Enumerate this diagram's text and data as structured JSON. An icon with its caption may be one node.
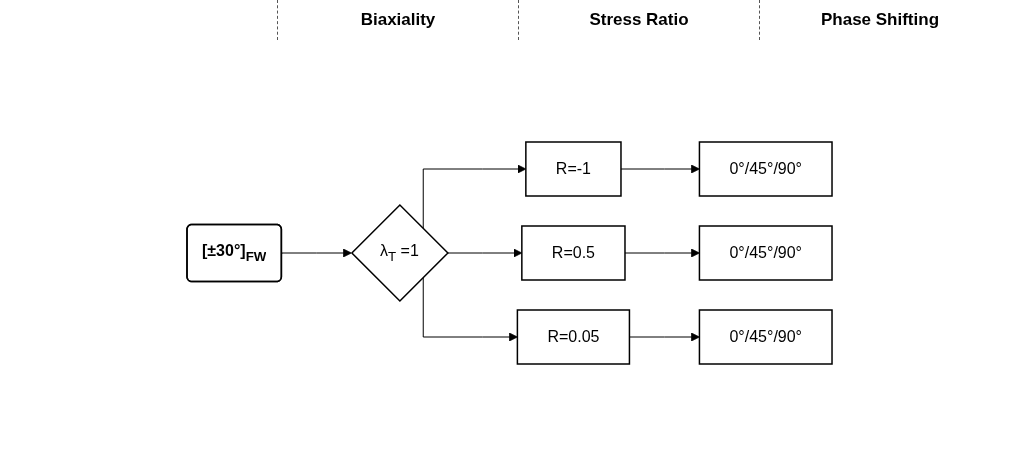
{
  "diagram": {
    "nodes": [
      {
        "text": [
          "[±30°]$_{FW}$"
        ]
      },
      {
        "text": [
          "λ$_{T}$ =1"
        ]
      },
      {
        "text": [
          "R=-1"
        ]
      },
      {
        "text": [
          "R=0.5"
        ]
      },
      {
        "text": [
          "R=0.05"
        ]
      },
      {
        "text": [
          "0°/45°/90°"
        ]
      },
      {
        "text": [
          "0°/45°/90°"
        ]
      },
      {
        "text": [
          "0°/45°/90°"
        ]
      }
    ],
    "edges": [
      {
        "from": 0,
        "to": 1,
        "arrow": "to"
      },
      {
        "from": 1,
        "to": 2,
        "arrow": "to"
      },
      {
        "from": 1,
        "to": 3,
        "arrow": "to"
      },
      {
        "from": 1,
        "to": 4,
        "arrow": "to"
      },
      {
        "from": 2,
        "to": 5,
        "arrow": "to"
      },
      {
        "from": 3,
        "to": 6,
        "arrow": "to"
      },
      {
        "from": 4,
        "to": 7,
        "arrow": "to"
      }
    ],
    "labels": [
      "Biaxiality",
      "Stress Ratio",
      "Phase Shifting"
    ]
  }
}
